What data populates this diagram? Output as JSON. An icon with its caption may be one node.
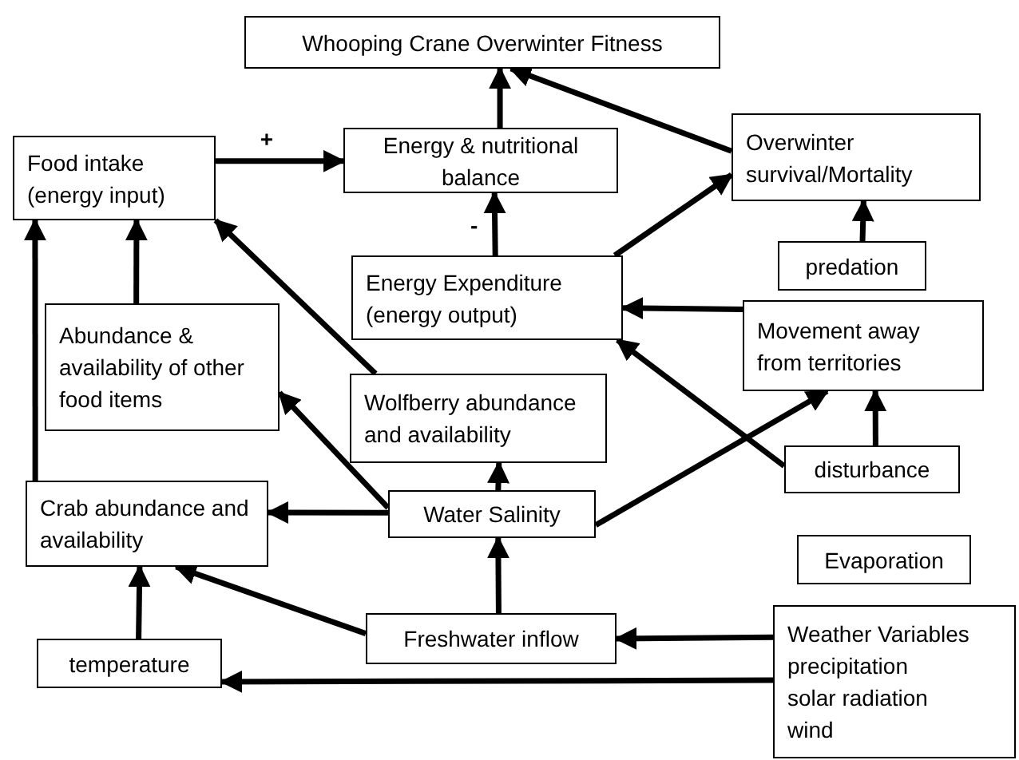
{
  "diagram": {
    "nodes": [
      {
        "text": [
          "Whooping Crane Overwinter Fitness"
        ]
      },
      {
        "text": [
          "Food intake (energy input)"
        ]
      },
      {
        "text": [
          "Energy & nutritional balance"
        ]
      },
      {
        "text": [
          "Overwinter survival/Mortality"
        ]
      },
      {
        "text": [
          "Energy Expenditure (energy output)"
        ]
      },
      {
        "text": [
          "predation"
        ]
      },
      {
        "text": [
          "Abundance & availability of other food items"
        ]
      },
      {
        "text": [
          "Movement away from territories"
        ]
      },
      {
        "text": [
          "Wolfberry abundance and availability"
        ]
      },
      {
        "text": [
          "disturbance"
        ]
      },
      {
        "text": [
          "Crab abundance and availability"
        ]
      },
      {
        "text": [
          "Water Salinity"
        ]
      },
      {
        "text": [
          "Evaporation"
        ]
      },
      {
        "text": [
          "temperature"
        ]
      },
      {
        "text": [
          "Freshwater inflow"
        ]
      },
      {
        "text": [
          "Weather Variables",
          "precipitation",
          "solar radiation",
          "wind"
        ]
      }
    ],
    "edges": [
      {
        "from": 1,
        "to": 2,
        "arrow": "to",
        "label": "+"
      },
      {
        "from": 2,
        "to": 0,
        "arrow": "to"
      },
      {
        "from": 4,
        "to": 2,
        "arrow": "to",
        "label": "-"
      },
      {
        "from": 3,
        "to": 0,
        "arrow": "to"
      },
      {
        "from": 4,
        "to": 3,
        "arrow": "to"
      },
      {
        "from": 5,
        "to": 3,
        "arrow": "to"
      },
      {
        "from": 7,
        "to": 4,
        "arrow": "to"
      },
      {
        "from": 9,
        "to": 4,
        "arrow": "to"
      },
      {
        "from": 9,
        "to": 7,
        "arrow": "to"
      },
      {
        "from": 6,
        "to": 1,
        "arrow": "to"
      },
      {
        "from": 10,
        "to": 1,
        "arrow": "to"
      },
      {
        "from": 8,
        "to": 1,
        "arrow": "to"
      },
      {
        "from": 11,
        "to": 6,
        "arrow": "to"
      },
      {
        "from": 11,
        "to": 10,
        "arrow": "to"
      },
      {
        "from": 11,
        "to": 8,
        "arrow": "to"
      },
      {
        "from": 11,
        "to": 7,
        "arrow": "to"
      },
      {
        "from": 14,
        "to": 11,
        "arrow": "to"
      },
      {
        "from": 14,
        "to": 10,
        "arrow": "to"
      },
      {
        "from": 13,
        "to": 10,
        "arrow": "to"
      },
      {
        "from": 15,
        "to": 14,
        "arrow": "to"
      },
      {
        "from": 15,
        "to": 13,
        "arrow": "to"
      }
    ]
  }
}
